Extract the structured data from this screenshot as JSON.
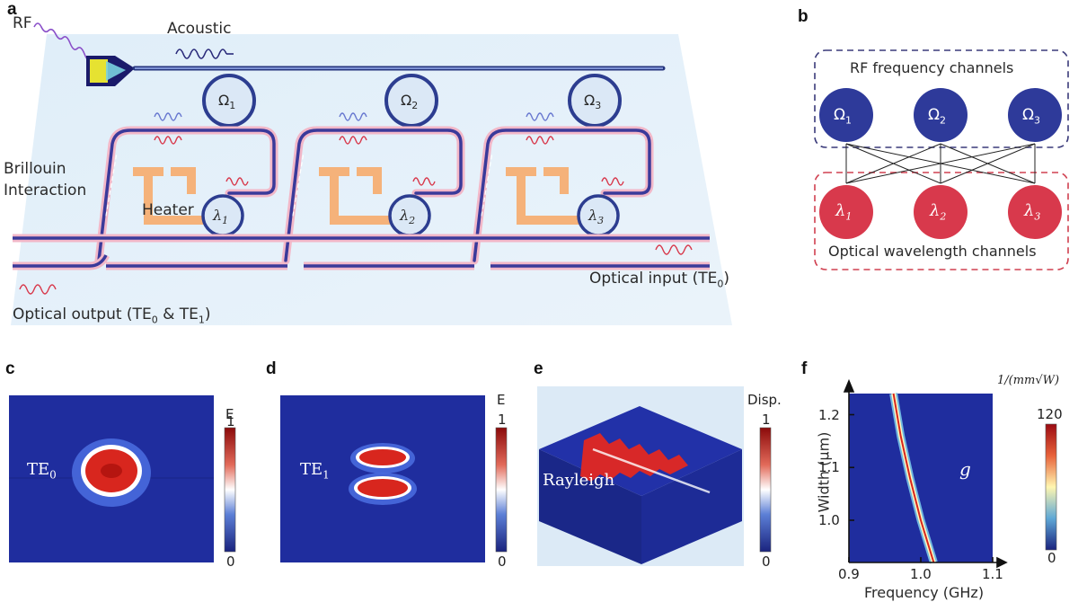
{
  "panel_labels": {
    "a": "a",
    "b": "b",
    "c": "c",
    "d": "d",
    "e": "e",
    "f": "f"
  },
  "panel_a": {
    "rf": "RF",
    "acoustic": "Acoustic",
    "brillouin_line1": "Brillouin",
    "brillouin_line2": "Interaction",
    "heater": "Heater",
    "omega": [
      "Ω",
      "Ω",
      "Ω"
    ],
    "omega_sub": [
      "1",
      "2",
      "3"
    ],
    "lambda": [
      "λ",
      "λ",
      "λ"
    ],
    "lambda_sub": [
      "1",
      "2",
      "3"
    ],
    "optical_input": "Optical input (TE",
    "optical_input_sub": "0",
    "optical_input_end": ")",
    "optical_output": "Optical output (TE",
    "optical_output_sub1": "0",
    "optical_output_mid": " & TE",
    "optical_output_sub2": "1",
    "optical_output_end": ")"
  },
  "panel_b": {
    "rf_channels": "RF frequency channels",
    "optical_channels": "Optical wavelength channels",
    "omega": [
      "Ω",
      "Ω",
      "Ω"
    ],
    "lambda": [
      "λ",
      "λ",
      "λ"
    ],
    "subs": [
      "1",
      "2",
      "3"
    ],
    "colors": {
      "omega": "#2e3a9a",
      "lambda": "#d8394c"
    }
  },
  "panel_c": {
    "mode": "TE",
    "mode_sub": "0",
    "cb_title": "E",
    "cb_max": "1",
    "cb_min": "0"
  },
  "panel_d": {
    "mode": "TE",
    "mode_sub": "1",
    "cb_title": "E",
    "cb_max": "1",
    "cb_min": "0"
  },
  "panel_e": {
    "mode": "Rayleigh",
    "cb_title": "Disp.",
    "cb_max": "1",
    "cb_min": "0"
  },
  "panel_f": {
    "cb_unit": "1/(mm√W)",
    "cb_max": "120",
    "cb_min": "0",
    "annotation": "g",
    "chart_data": {
      "type": "heatmap",
      "xlabel": "Frequency (GHz)",
      "ylabel": "Width (μm)",
      "xlim": [
        0.9,
        1.1
      ],
      "ylim": [
        0.92,
        1.24
      ],
      "x_ticks": [
        "0.9",
        "1.0",
        "1.1"
      ],
      "y_ticks": [
        "1.0",
        "1.1",
        "1.2"
      ],
      "resonance_curve": {
        "x": [
          0.962,
          0.972,
          0.985,
          1.0,
          1.018
        ],
        "y": [
          1.24,
          1.16,
          1.08,
          1.0,
          0.92
        ]
      },
      "colorbar_range": [
        0,
        120
      ]
    }
  }
}
